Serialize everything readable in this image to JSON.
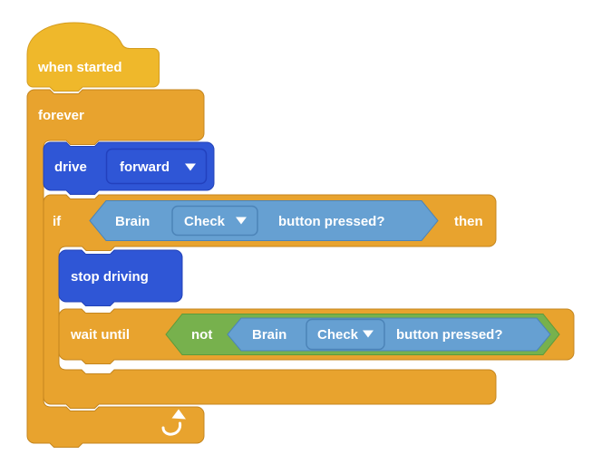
{
  "palette": {
    "event_yellow": "#EFB82B",
    "control_orange": "#E8A32E",
    "drivetrain_blue": "#2F56D6",
    "sensing_light_blue": "#66A0D2",
    "operator_green": "#77B14D"
  },
  "icons": {
    "dropdown_arrow": "▼",
    "loop_arrow": "↻"
  },
  "blocks": {
    "when_started": {
      "label": "when started"
    },
    "forever": {
      "label": "forever"
    },
    "drive": {
      "label": "drive",
      "direction_dropdown": "forward"
    },
    "if": {
      "keyword_if": "if",
      "keyword_then": "then",
      "condition": {
        "device": "Brain",
        "button_dropdown": "Check",
        "suffix": "button pressed?"
      }
    },
    "stop_driving": {
      "label": "stop driving"
    },
    "wait_until": {
      "label": "wait until",
      "operator": "not",
      "condition": {
        "device": "Brain",
        "button_dropdown": "Check",
        "suffix": "button pressed?"
      }
    }
  }
}
